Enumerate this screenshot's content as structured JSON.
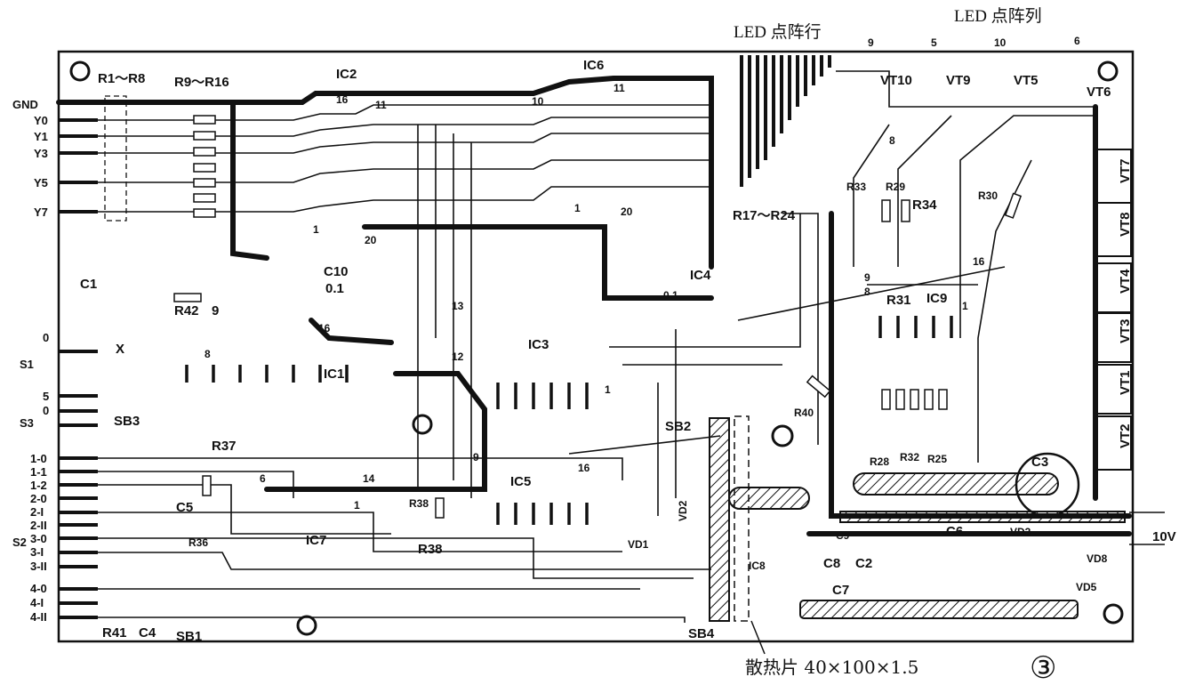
{
  "headers": {
    "led_rows": "LED 点阵行",
    "led_cols": "LED 点阵列",
    "col_pins": [
      "9",
      "5",
      "10",
      "6"
    ]
  },
  "edge_left": {
    "gnd": "GND",
    "y_labels": [
      "Y0",
      "Y1",
      "Y3",
      "Y5",
      "Y7"
    ],
    "s_labels": [
      "0",
      "S1",
      "5",
      "0",
      "S3"
    ],
    "matrix": [
      "1-0",
      "1-1",
      "1-2",
      "2-0",
      "2-I",
      "2-II",
      "3-0",
      "3-I",
      "3-II",
      "4-0",
      "4-I",
      "4-II"
    ],
    "s2": "S2"
  },
  "resistors": {
    "r1_r8": "R1～R8",
    "r9_r16": "R9～R16",
    "r17_r24": "R17～R24",
    "r25": "R25",
    "r28": "R28",
    "r29": "R29",
    "r30": "R30",
    "r31": "R31",
    "r32": "R32",
    "r33": "R33",
    "r34": "R34",
    "r36": "R36",
    "r37": "R37",
    "r38a": "R38",
    "r38b": "R38",
    "r40": "R40",
    "r41": "R41",
    "r42": "R42"
  },
  "caps": {
    "c1": "C1",
    "c2": "C2",
    "c3": "C3",
    "c4": "C4",
    "c5": "C5",
    "c6": "C6",
    "c7": "C7",
    "c8": "C8",
    "c9": "C9",
    "c10": "C10",
    "c10_val": "0.1",
    "ic4_cap": "0.1"
  },
  "ics": {
    "ic1": "IC1",
    "ic2": "IC2",
    "ic3": "IC3",
    "ic4": "IC4",
    "ic5": "IC5",
    "ic6": "IC6",
    "ic7": "IC7",
    "ic8": "IC8",
    "ic9": "IC9"
  },
  "transistors": [
    "VT10",
    "VT9",
    "VT5",
    "VT6",
    "VT7",
    "VT8",
    "VT4",
    "VT3",
    "VT1",
    "VT2"
  ],
  "diodes": [
    "VD1",
    "VD2",
    "VD3",
    "VD5",
    "VD8"
  ],
  "switches": {
    "sb1": "SB1",
    "sb2": "SB2",
    "sb3": "SB3",
    "sb4": "SB4"
  },
  "misc": {
    "x": "X",
    "r42_pin": "9",
    "power": "10V",
    "pins": [
      "16",
      "11",
      "10",
      "11",
      "1",
      "20",
      "1",
      "20",
      "8",
      "16",
      "8",
      "12",
      "13",
      "9",
      "16",
      "1",
      "1",
      "6",
      "8",
      "9",
      "16",
      "1",
      "14"
    ]
  },
  "caption": {
    "heatsink": "散热片 40×100×1.5",
    "figure": "③"
  }
}
